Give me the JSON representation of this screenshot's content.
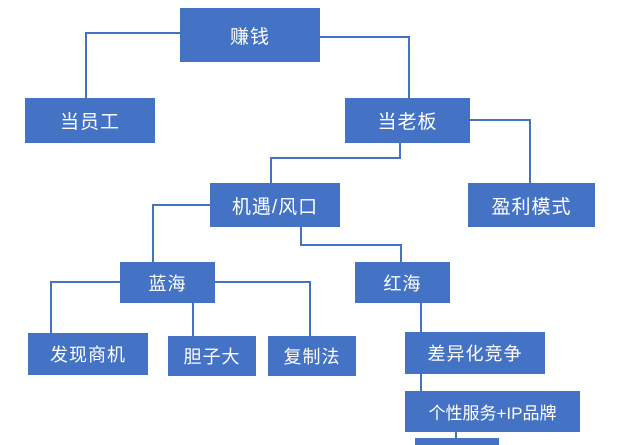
{
  "diagram": {
    "background_color": "#ffffff",
    "node_fill_color": "#4472c4",
    "node_text_color": "#ffffff",
    "connector_color": "#4472c4",
    "nodes": [
      {
        "id": "make-money",
        "label": "赚钱"
      },
      {
        "id": "employee",
        "label": "当员工"
      },
      {
        "id": "boss",
        "label": "当老板"
      },
      {
        "id": "opportunity",
        "label": "机遇/风口"
      },
      {
        "id": "profit-model",
        "label": "盈利模式"
      },
      {
        "id": "blue-ocean",
        "label": "蓝海"
      },
      {
        "id": "red-ocean",
        "label": "红海"
      },
      {
        "id": "find-opportunity",
        "label": "发现商机"
      },
      {
        "id": "boldness",
        "label": "胆子大"
      },
      {
        "id": "copy-method",
        "label": "复制法"
      },
      {
        "id": "differentiation",
        "label": "差异化竞争"
      },
      {
        "id": "personal-service-ip-brand",
        "label": "个性服务+IP品牌"
      },
      {
        "id": "partial-bottom",
        "label": ""
      }
    ],
    "edges": [
      {
        "from": "make-money",
        "to": "employee"
      },
      {
        "from": "make-money",
        "to": "boss"
      },
      {
        "from": "boss",
        "to": "opportunity"
      },
      {
        "from": "boss",
        "to": "profit-model"
      },
      {
        "from": "opportunity",
        "to": "blue-ocean"
      },
      {
        "from": "opportunity",
        "to": "red-ocean"
      },
      {
        "from": "blue-ocean",
        "to": "find-opportunity"
      },
      {
        "from": "blue-ocean",
        "to": "boldness"
      },
      {
        "from": "blue-ocean",
        "to": "copy-method"
      },
      {
        "from": "red-ocean",
        "to": "differentiation"
      },
      {
        "from": "differentiation",
        "to": "personal-service-ip-brand"
      },
      {
        "from": "personal-service-ip-brand",
        "to": "partial-bottom"
      }
    ]
  }
}
